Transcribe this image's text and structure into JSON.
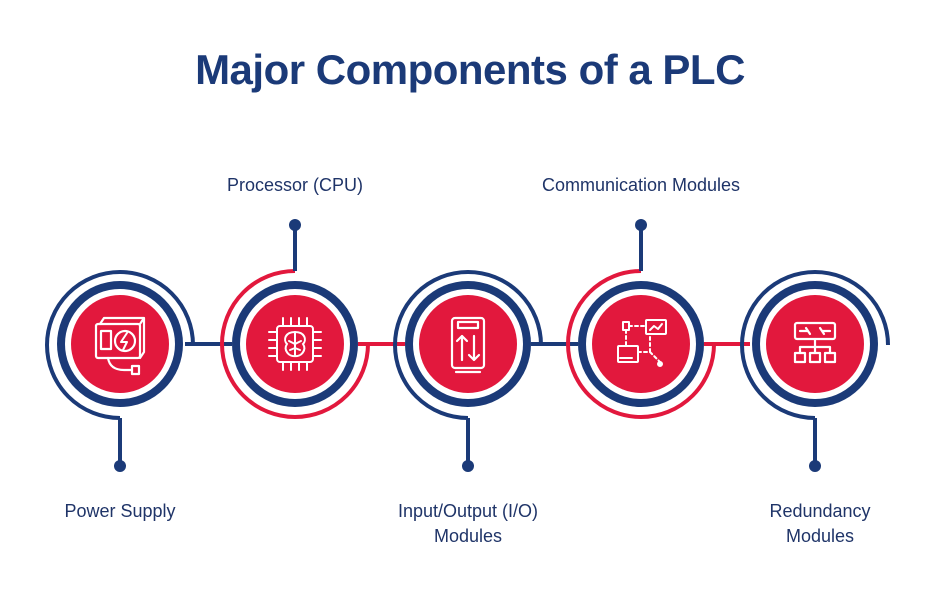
{
  "title": "Major Components of a PLC",
  "colors": {
    "navy": "#1b3a78",
    "red": "#e2183d",
    "white": "#ffffff"
  },
  "components": [
    {
      "label_lines": [
        "Power Supply"
      ],
      "icon": "power-supply-icon",
      "label_position": "bottom"
    },
    {
      "label_lines": [
        "Processor (CPU)"
      ],
      "icon": "cpu-chip-icon",
      "label_position": "top"
    },
    {
      "label_lines": [
        "Input/Output (I/O)",
        "Modules"
      ],
      "icon": "io-module-icon",
      "label_position": "bottom"
    },
    {
      "label_lines": [
        "Communication Modules"
      ],
      "icon": "communication-icon",
      "label_position": "top"
    },
    {
      "label_lines": [
        "Redundancy",
        "Modules"
      ],
      "icon": "redundancy-icon",
      "label_position": "bottom"
    }
  ]
}
